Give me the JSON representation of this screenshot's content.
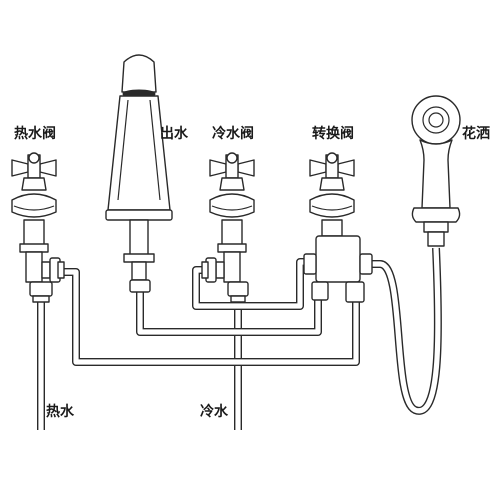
{
  "labels": {
    "hot_valve": "热水阀",
    "spout": "出水",
    "cold_valve": "冷水阀",
    "diverter_valve": "转换阀",
    "hand_shower": "花洒",
    "hot_water": "热水",
    "cold_water": "冷水"
  },
  "colors": {
    "line": "#2a2a2a",
    "background": "#ffffff"
  }
}
